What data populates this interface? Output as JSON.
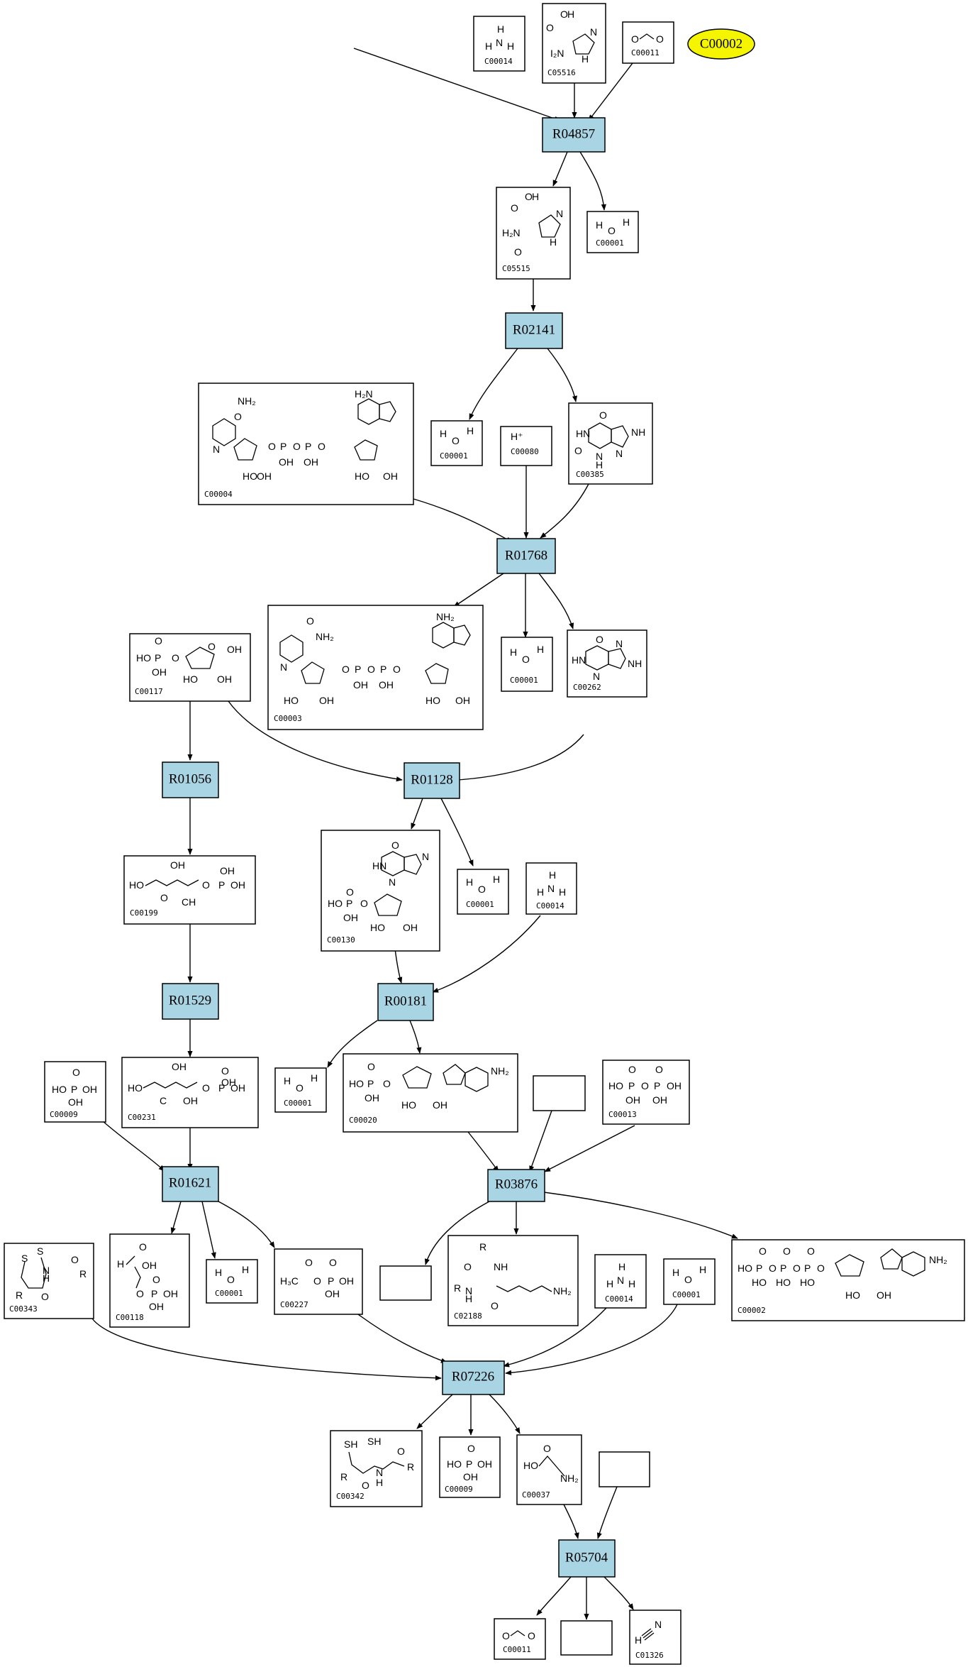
{
  "highlight": "C00002",
  "reactions": [
    "R04857",
    "R02141",
    "R01768",
    "R01056",
    "R01128",
    "R01529",
    "R00181",
    "R01621",
    "R03876",
    "R07226",
    "R05704"
  ],
  "compounds": {
    "C00014_a": "C00014",
    "C05516": "C05516",
    "C00011_a": "C00011",
    "C05515": "C05515",
    "C00001_a": "C00001",
    "C00004": "C00004",
    "C00001_b": "C00001",
    "C00080": "C00080",
    "C00385": "C00385",
    "C00117": "C00117",
    "C00003": "C00003",
    "C00001_c": "C00001",
    "C00262": "C00262",
    "C00199": "C00199",
    "C00130": "C00130",
    "C00001_d": "C00001",
    "C00014_b": "C00014",
    "C00009_a": "C00009",
    "C00231": "C00231",
    "C00001_e": "C00001",
    "C00020": "C00020",
    "C00013": "C00013",
    "C00343": "C00343",
    "C00118": "C00118",
    "C00001_f": "C00001",
    "C00227": "C00227",
    "C02188": "C02188",
    "C00014_c": "C00014",
    "C00001_g": "C00001",
    "C00002": "C00002",
    "C00342": "C00342",
    "C00009_b": "C00009",
    "C00037": "C00037",
    "C00011_b": "C00011",
    "C01326": "C01326"
  },
  "atoms": {
    "h": "H",
    "n": "N",
    "o": "O",
    "c": "C",
    "r": "R",
    "s": "S",
    "p": "P",
    "oh": "OH",
    "ho": "HO",
    "nh": "NH",
    "hn": "HN",
    "nh2": "NH₂",
    "h2n": "H₂N",
    "hplus": "H⁺",
    "h3c": "H₃C",
    "sh": "SH",
    "ch": "CH",
    "ih2n": "I₂N"
  }
}
